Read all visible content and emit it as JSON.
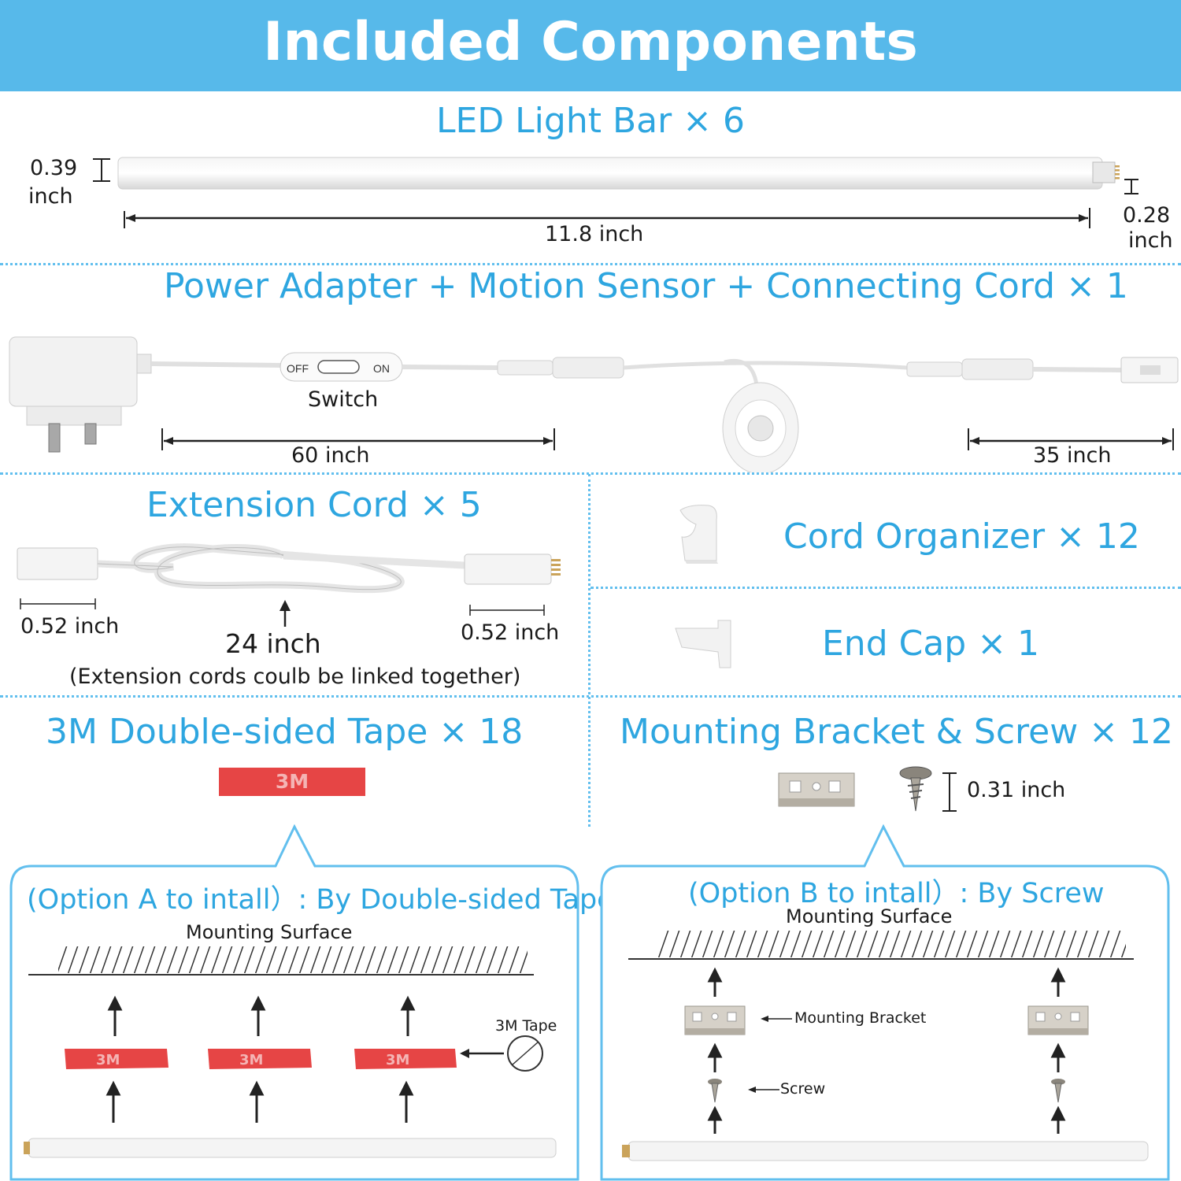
{
  "header": {
    "title": "Included Components"
  },
  "light_bar": {
    "title": "LED Light Bar × 6",
    "height_left": "0.39",
    "height_left_unit": "inch",
    "length": "11.8 inch",
    "height_right": "0.28",
    "height_right_unit": "inch"
  },
  "power": {
    "title": "Power Adapter + Motion Sensor + Connecting Cord × 1",
    "switch_off": "OFF",
    "switch_on": "ON",
    "switch_label": "Switch",
    "cord_left": "60 inch",
    "cord_right": "35 inch"
  },
  "extension": {
    "title": "Extension Cord × 5",
    "left_width": "0.52 inch",
    "length": "24 inch",
    "right_width": "0.52 inch",
    "note": "(Extension cords coulb be linked together)"
  },
  "organizer": {
    "title": "Cord Organizer × 12"
  },
  "endcap": {
    "title": "End Cap × 1"
  },
  "tape": {
    "title": "3M Double-sided Tape × 18",
    "logo": "3M"
  },
  "bracket": {
    "title": "Mounting Bracket & Screw × 12",
    "screw_length": "0.31 inch"
  },
  "option_a": {
    "title": "(Option A to intall）: By Double-sided Tape",
    "surface": "Mounting Surface",
    "tape_label": "3M  Tape",
    "logo": "3M"
  },
  "option_b": {
    "title": "(Option B to intall）: By Screw",
    "surface": "Mounting Surface",
    "bracket_label": "Mounting Bracket",
    "screw_label": "Screw"
  },
  "colors": {
    "accent": "#2ea6e0",
    "header_bg": "#57b9ea",
    "tape_red": "#e64545"
  }
}
